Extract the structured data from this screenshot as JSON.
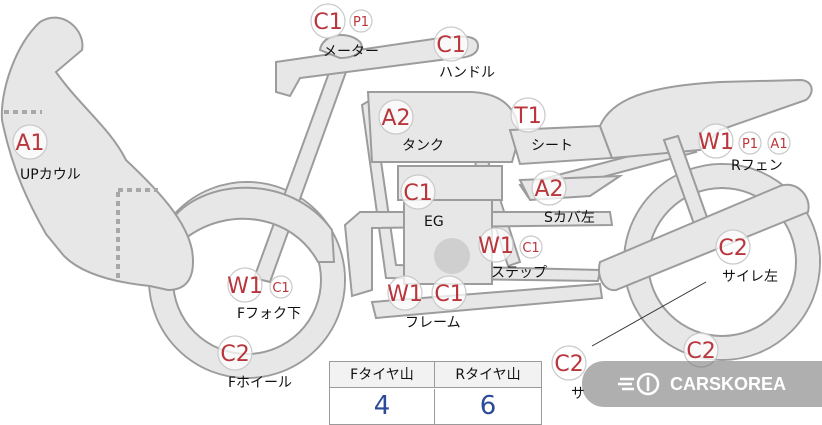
{
  "markers": [
    {
      "name": "marker-upcowl-a1",
      "code": "A1",
      "sub": []
    },
    {
      "name": "marker-meter-c1",
      "code": "C1",
      "sub": [
        "P1"
      ]
    },
    {
      "name": "marker-handle-c1",
      "code": "C1",
      "sub": []
    },
    {
      "name": "marker-tank-a2",
      "code": "A2",
      "sub": []
    },
    {
      "name": "marker-seat-t1",
      "code": "T1",
      "sub": []
    },
    {
      "name": "marker-rfender-w1",
      "code": "W1",
      "sub": [
        "P1",
        "A1"
      ]
    },
    {
      "name": "marker-eg-c1",
      "code": "C1",
      "sub": []
    },
    {
      "name": "marker-scover-a2",
      "code": "A2",
      "sub": []
    },
    {
      "name": "marker-step-w1",
      "code": "W1",
      "sub": [
        "C1"
      ]
    },
    {
      "name": "marker-rmuffler-c2",
      "code": "C2",
      "sub": []
    },
    {
      "name": "marker-ffork-w1",
      "code": "W1",
      "sub": [
        "C1"
      ]
    },
    {
      "name": "marker-frame-w1",
      "code": "W1",
      "sub": []
    },
    {
      "name": "marker-frame-c1",
      "code": "C1",
      "sub": []
    },
    {
      "name": "marker-fwheel-c2",
      "code": "C2",
      "sub": []
    },
    {
      "name": "marker-side-c2",
      "code": "C2",
      "sub": []
    },
    {
      "name": "marker-rwheel-c2",
      "code": "C2",
      "sub": []
    }
  ],
  "labels": {
    "upcowl": "UPカウル",
    "meter": "メーター",
    "handle": "ハンドル",
    "tank": "タンク",
    "seat": "シート",
    "rfender": "Rフェン",
    "eg": "EG",
    "scover": "Sカバ左",
    "step": "ステップ",
    "muffler": "サイレ左",
    "ffork": "Fフォク下",
    "frame": "フレーム",
    "fwheel": "Fホイール",
    "side_partial": "サ"
  },
  "tread_table": {
    "front_header": "Fタイヤ山",
    "rear_header": "Rタイヤ山",
    "front_value": "4",
    "rear_value": "6"
  },
  "watermark": {
    "text": "CARSKOREA"
  }
}
